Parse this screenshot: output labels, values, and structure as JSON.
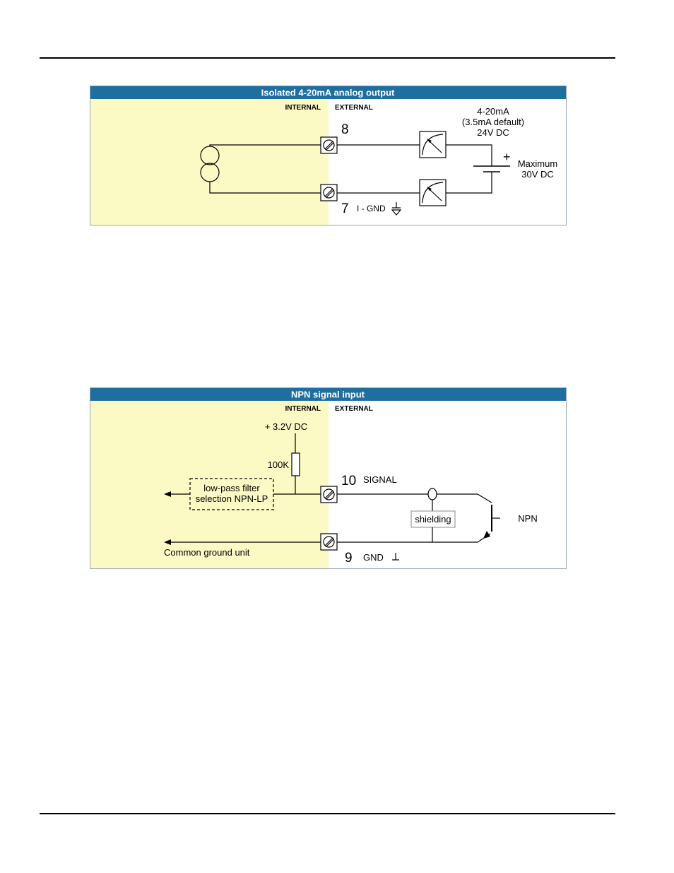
{
  "colors": {
    "header_bar": "#1f6ea0",
    "internal_area": "#fbf9c4",
    "external_area": "#ffffff"
  },
  "diagram1": {
    "title": "Isolated 4-20mA analog output",
    "internal_label": "INTERNAL",
    "external_label": "EXTERNAL",
    "terminal_top": "8",
    "terminal_bottom": "7",
    "bottom_terminal_label": "I - GND",
    "meter_top_icon": "meter-icon",
    "meter_bottom_icon": "meter-icon",
    "source_icon": "current-source-icon",
    "supply_lines": [
      "4-20mA",
      "(3.5mA default)",
      "24V DC"
    ],
    "battery_plus": "+",
    "max_lines": [
      "Maximum",
      "30V DC"
    ]
  },
  "diagram2": {
    "title": "NPN signal input",
    "internal_label": "INTERNAL",
    "external_label": "EXTERNAL",
    "supply_label": "+ 3.2V DC",
    "resistor_label": "100K",
    "filter_lines": [
      "low-pass filter",
      "selection NPN-LP"
    ],
    "terminal_signal": "10",
    "signal_label": "SIGNAL",
    "terminal_gnd": "9",
    "gnd_label": "GND",
    "shielding_label": "shielding",
    "transistor_label": "NPN",
    "ground_label": "Common ground unit"
  }
}
